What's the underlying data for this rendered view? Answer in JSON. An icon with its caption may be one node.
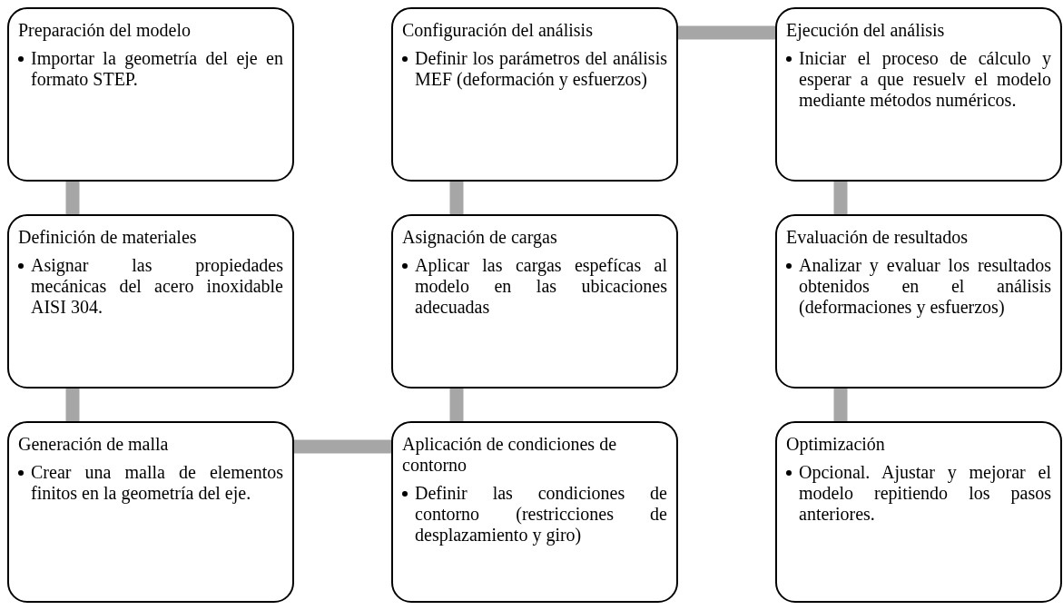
{
  "diagram": {
    "nodes": [
      {
        "text": [
          "Preparación del modelo",
          "Importar la geometría del eje en formato STEP."
        ]
      },
      {
        "text": [
          "Definición de materiales",
          "Asignar las propiedades mecánicas del acero inoxidable AISI 304."
        ]
      },
      {
        "text": [
          "Generación de malla",
          "Crear una malla de elementos finitos en la geometría del eje."
        ]
      },
      {
        "text": [
          "Aplicación de condiciones de contorno",
          "Definir las condiciones de contorno (restricciones de desplazamiento y giro)"
        ]
      },
      {
        "text": [
          "Asignación de cargas",
          "Aplicar las cargas espefícas al modelo en las ubicaciones adecuadas"
        ]
      },
      {
        "text": [
          "Configuración del análisis",
          "Definir los parámetros del análisis MEF (deformación y esfuerzos)"
        ]
      },
      {
        "text": [
          "Ejecución del análisis",
          "Iniciar el proceso de cálculo y esperar a que resuelv el modelo mediante métodos numéricos."
        ]
      },
      {
        "text": [
          "Evaluación de resultados",
          "Analizar y evaluar los resultados obtenidos en el análisis (deformaciones y esfuerzos)"
        ]
      },
      {
        "text": [
          "Optimización",
          "Opcional. Ajustar y mejorar el modelo repitiendo los pasos anteriores."
        ]
      }
    ],
    "edges": [
      {
        "from": 0,
        "to": 1,
        "arrow": "none"
      },
      {
        "from": 1,
        "to": 2,
        "arrow": "none"
      },
      {
        "from": 2,
        "to": 3,
        "arrow": "none"
      },
      {
        "from": 3,
        "to": 4,
        "arrow": "none"
      },
      {
        "from": 4,
        "to": 5,
        "arrow": "none"
      },
      {
        "from": 5,
        "to": 6,
        "arrow": "none"
      },
      {
        "from": 6,
        "to": 7,
        "arrow": "none"
      },
      {
        "from": 7,
        "to": 8,
        "arrow": "none"
      }
    ]
  }
}
